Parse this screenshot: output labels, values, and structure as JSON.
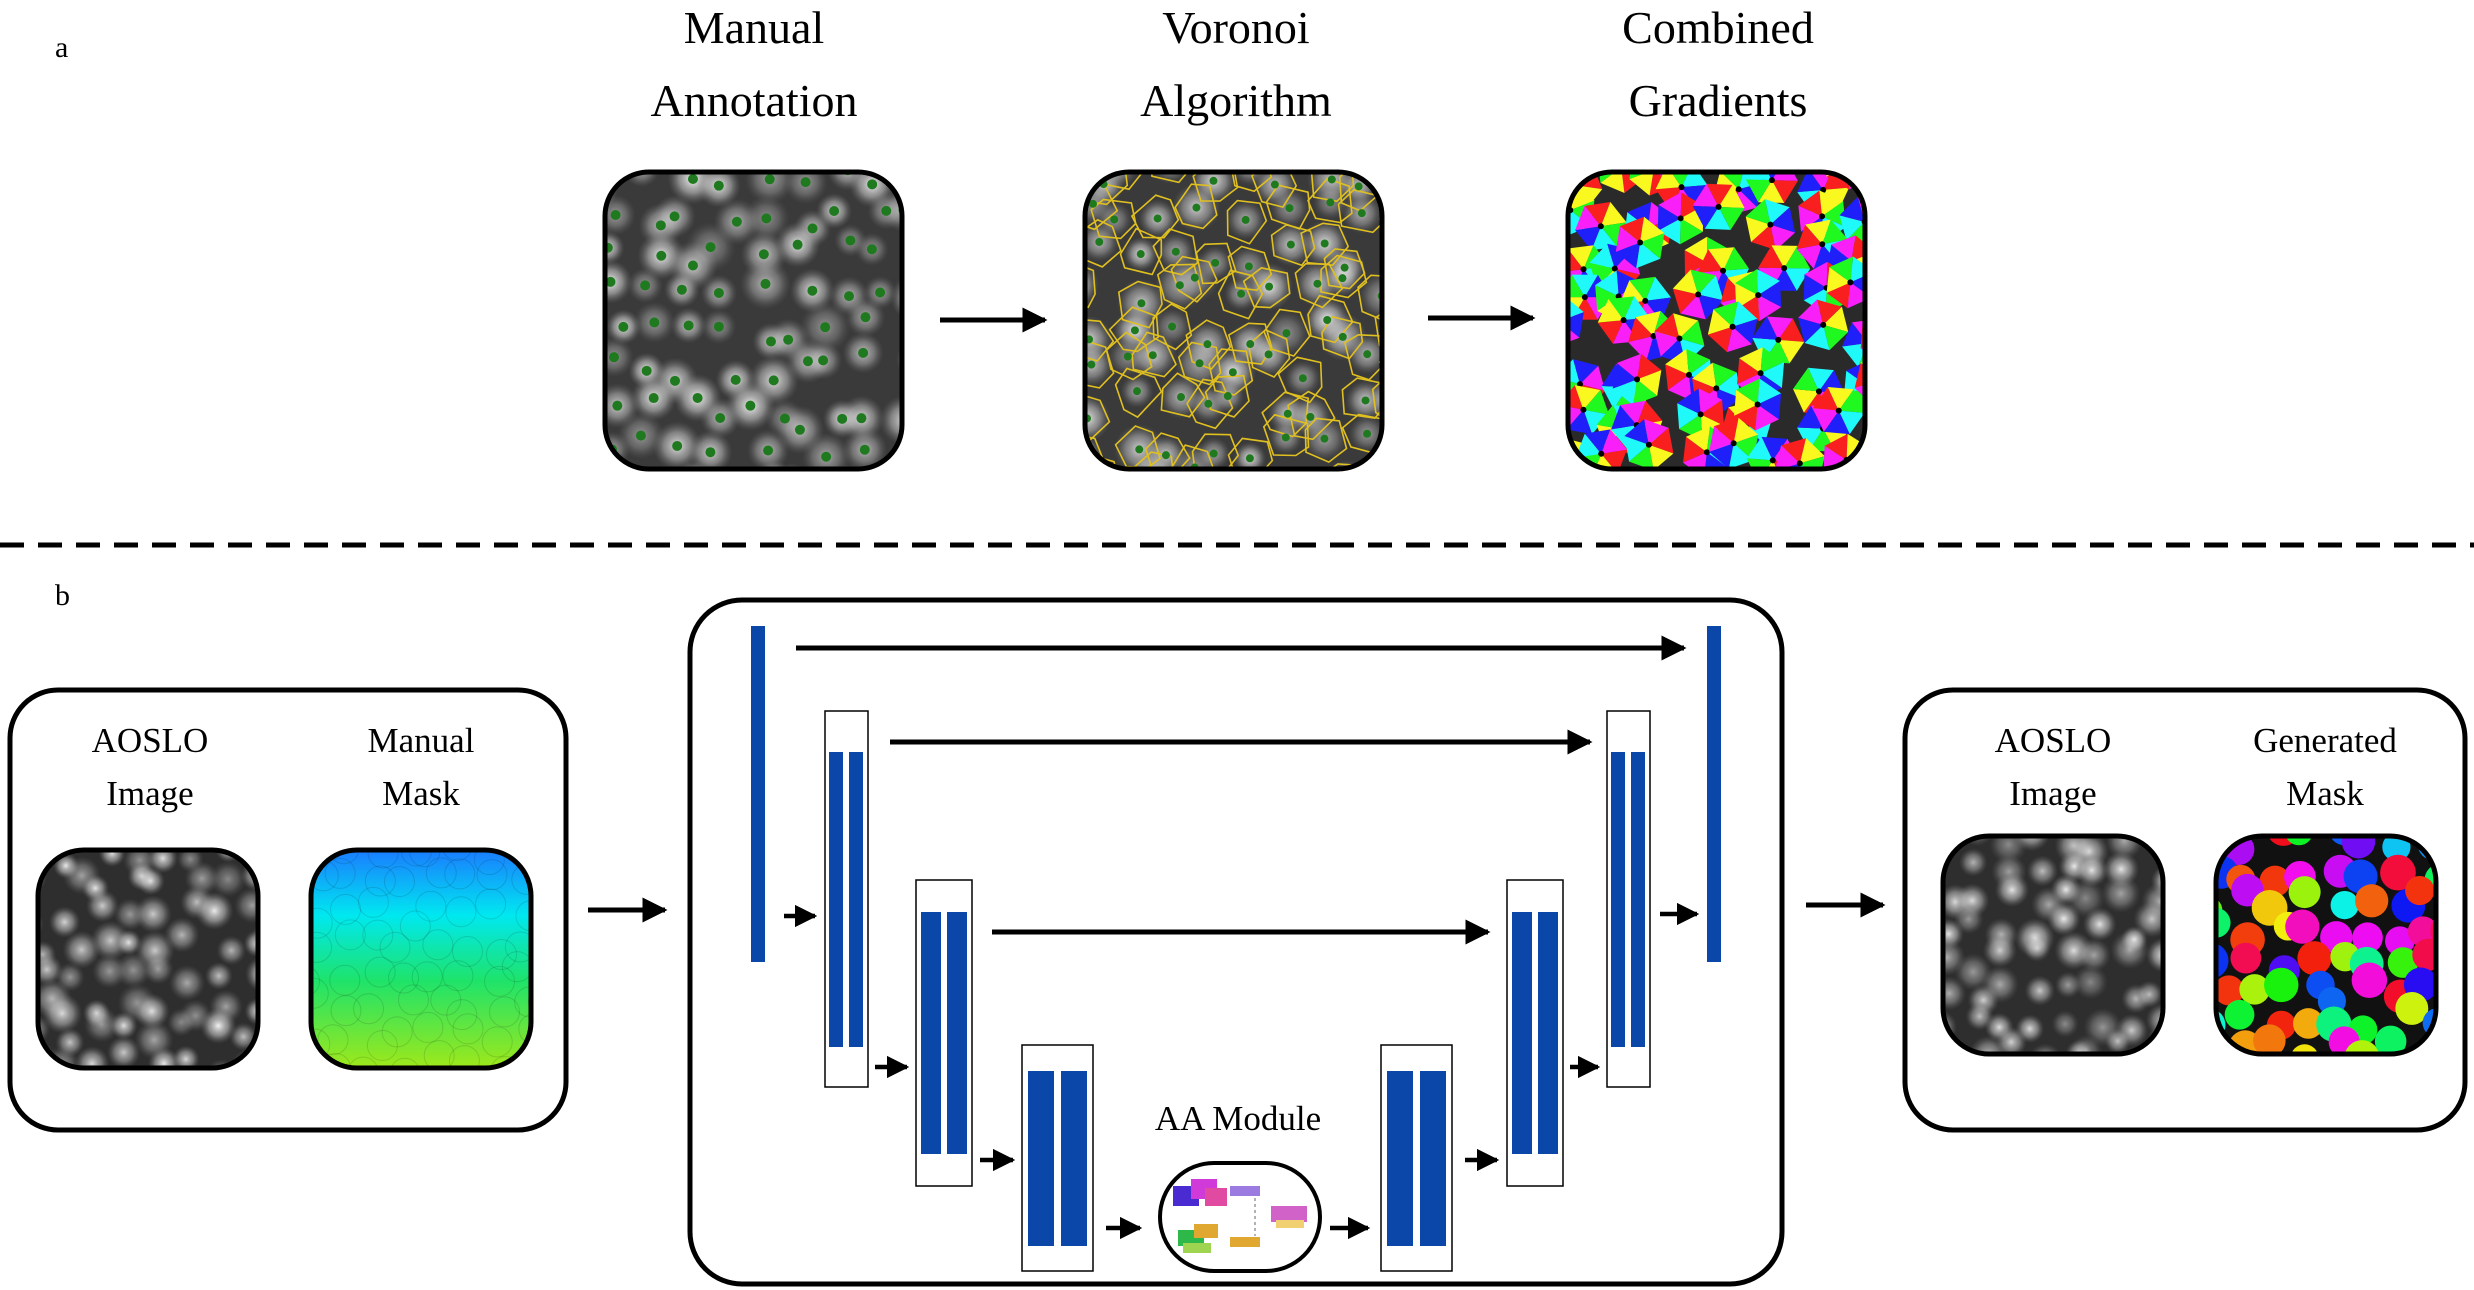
{
  "panels": {
    "a_label": "a",
    "b_label": "b"
  },
  "panel_a": {
    "steps": [
      {
        "line1": "Manual",
        "line2": "Annotation"
      },
      {
        "line1": "Voronoi",
        "line2": "Algorithm"
      },
      {
        "line1": "Combined",
        "line2": "Gradients"
      }
    ]
  },
  "panel_b": {
    "input_box": {
      "image_label_1": "AOSLO",
      "image_label_2": "Image",
      "mask_label_1": "Manual",
      "mask_label_2": "Mask"
    },
    "network": {
      "module_label": "AA Module"
    },
    "output_box": {
      "image_label_1": "AOSLO",
      "image_label_2": "Image",
      "mask_label_1": "Generated",
      "mask_label_2": "Mask"
    }
  },
  "colors": {
    "conv_blue": "#0a47a8",
    "cell_green": "#1f7a1f",
    "voronoi_yellow": "#e0c020"
  }
}
